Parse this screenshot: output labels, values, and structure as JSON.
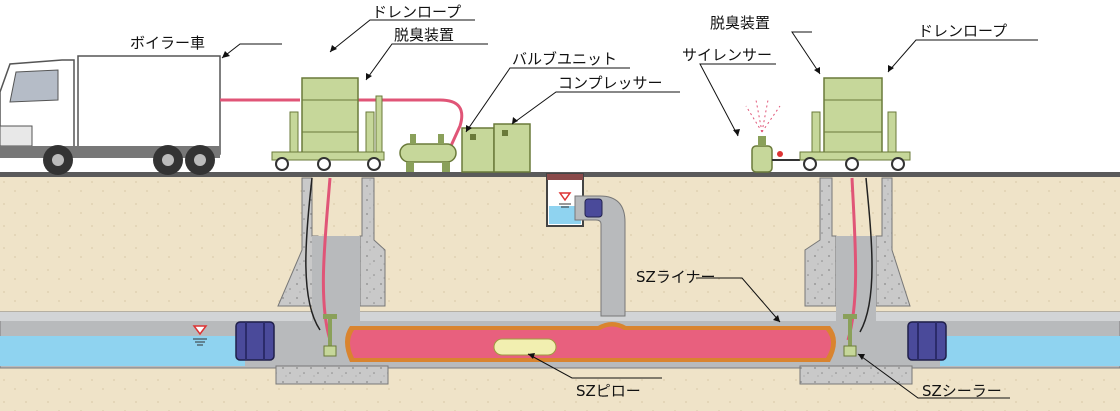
{
  "labels": {
    "boiler_truck": "ボイラー車",
    "drain_rope_left": "ドレンロープ",
    "deodorizer_left": "脱臭装置",
    "valve_unit": "バルブユニット",
    "compressor": "コンプレッサー",
    "silencer": "サイレンサー",
    "deodorizer_right": "脱臭装置",
    "drain_rope_right": "ドレンロープ",
    "sz_liner": "SZライナー",
    "sz_pillow": "SZピロー",
    "sz_sealer": "SZシーラー"
  },
  "colors": {
    "soil": "#efe3c8",
    "concrete": "#c8c8c8",
    "pipe": "#b4b6b8",
    "water": "#8fd3f0",
    "machine": "#c6d79a",
    "liner": "#e8607e",
    "liner_edge": "#d9842f",
    "pillow": "#f2efb0",
    "plug": "#4a4a9a",
    "ground_line": "#555555"
  }
}
